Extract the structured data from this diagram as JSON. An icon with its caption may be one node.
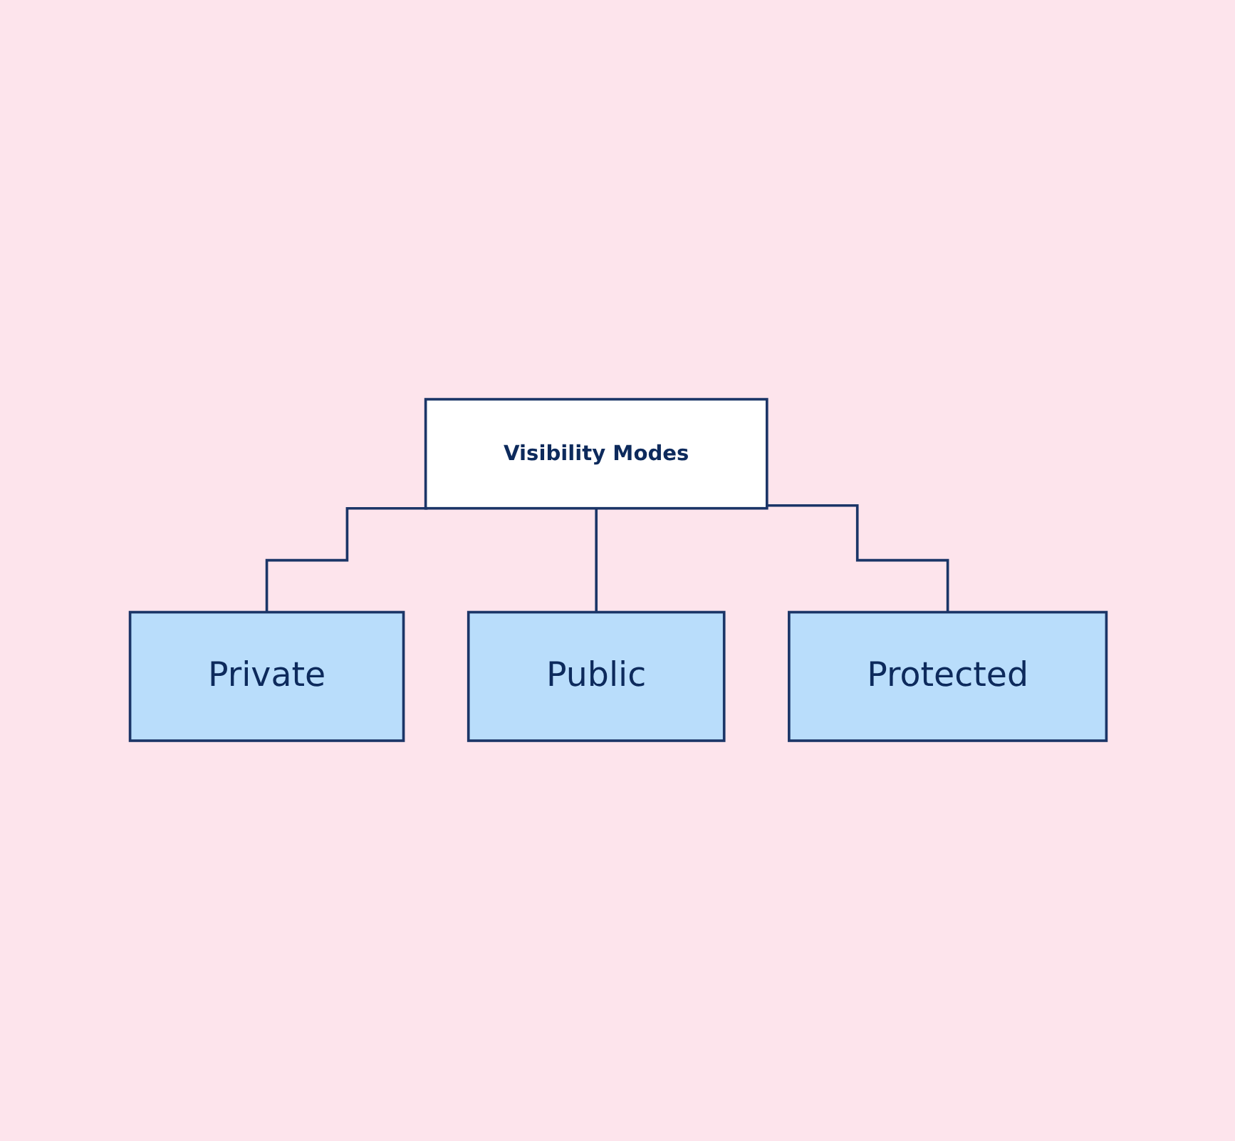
{
  "diagram": {
    "nodes": [
      {
        "text": [
          "Visibility Modes"
        ]
      },
      {
        "text": [
          "Private"
        ]
      },
      {
        "text": [
          "Public"
        ]
      },
      {
        "text": [
          "Protected"
        ]
      }
    ],
    "edges": [
      {
        "from": 0,
        "to": 1,
        "arrow": "none"
      },
      {
        "from": 0,
        "to": 2,
        "arrow": "none"
      },
      {
        "from": 0,
        "to": 3,
        "arrow": "none"
      }
    ]
  }
}
